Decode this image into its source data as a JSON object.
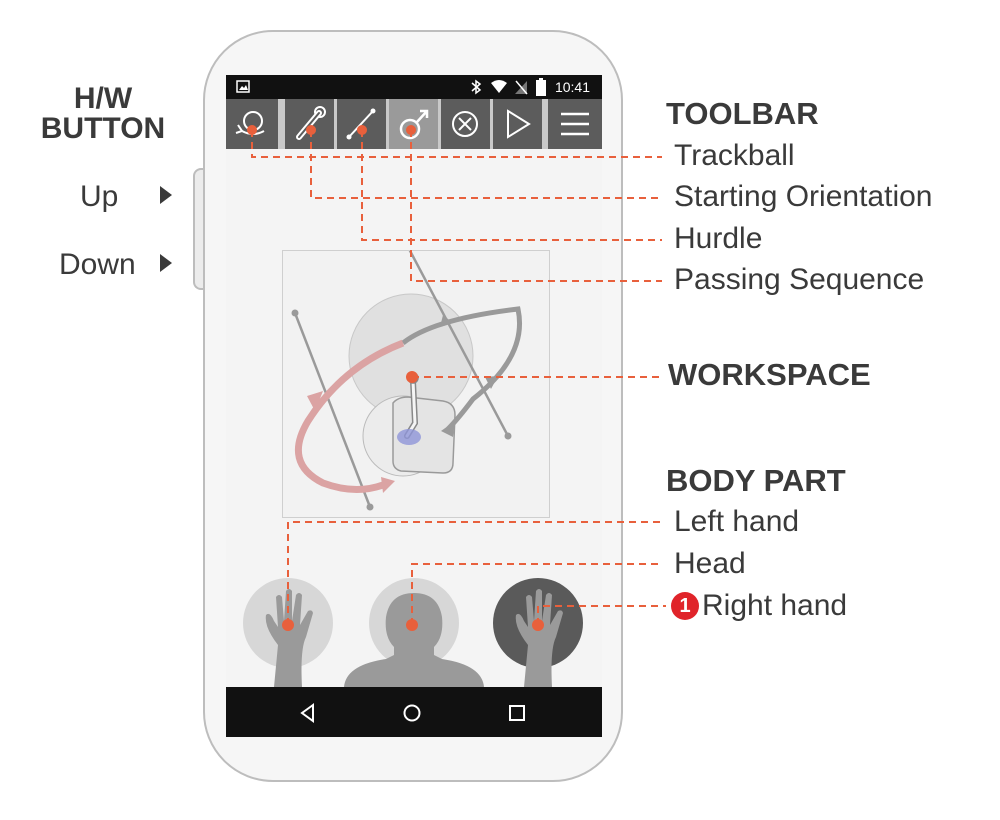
{
  "status_bar": {
    "time": "10:41"
  },
  "hw_button": {
    "title_line1": "H/W",
    "title_line2": "BUTTON",
    "up_label": "Up",
    "down_label": "Down"
  },
  "toolbar": {
    "heading": "TOOLBAR",
    "items": [
      {
        "label": "Trackball",
        "icon": "trackball-icon"
      },
      {
        "label": "Starting Orientation",
        "icon": "starting-orientation-icon"
      },
      {
        "label": "Hurdle",
        "icon": "hurdle-icon"
      },
      {
        "label": "Passing Sequence",
        "icon": "passing-sequence-icon"
      }
    ],
    "extra_icons": [
      "cancel-icon",
      "play-icon",
      "menu-icon"
    ]
  },
  "workspace": {
    "heading": "WORKSPACE"
  },
  "body_part": {
    "heading": "BODY PART",
    "items": [
      {
        "label": "Left hand",
        "icon": "left-hand-icon"
      },
      {
        "label": "Head",
        "icon": "head-icon"
      },
      {
        "label": "Right hand",
        "icon": "right-hand-icon",
        "badge": "1",
        "selected": true
      }
    ]
  },
  "nav_bar": {
    "icons": [
      "back-icon",
      "home-icon",
      "recents-icon"
    ]
  },
  "colors": {
    "accent": "#e8603c",
    "leader": "#e8603c",
    "badge": "#e0242a",
    "toolbar_dark": "#5c5c5c"
  }
}
